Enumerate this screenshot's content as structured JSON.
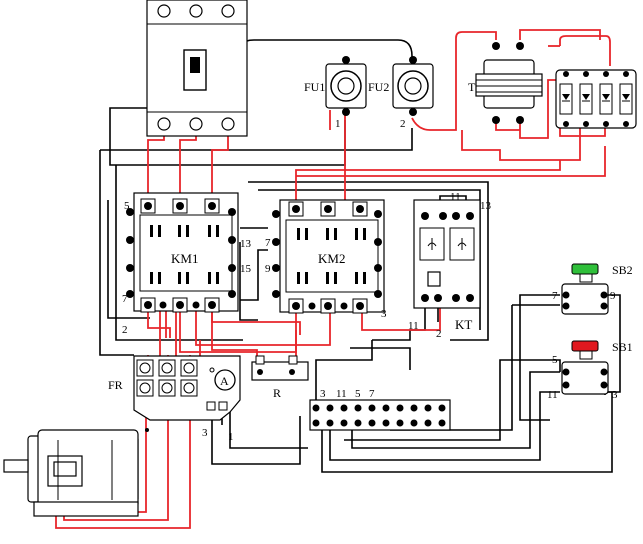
{
  "components": {
    "fuse1": "FU1",
    "fuse2": "FU2",
    "transformer": "T",
    "contactor1": "KM1",
    "contactor2": "KM2",
    "timer": "KT",
    "overload_relay": "FR",
    "ammeter": "A",
    "resistor": "R",
    "button_start": "SB2",
    "button_stop": "SB1"
  },
  "terminal_labels": {
    "fu1_out": "1",
    "fu2_out": "2",
    "km1_t5": "5",
    "km1_t7": "7",
    "km1_t2": "2",
    "km1_t13": "13",
    "km1_t15": "15",
    "km2_t7": "7",
    "km2_t9": "9",
    "km2_t3": "3",
    "kt_t11_top": "11",
    "kt_t13": "13",
    "kt_t11_bot": "11",
    "kt_t2": "2",
    "sb2_t7": "7",
    "sb2_t9": "9",
    "sb1_t5": "5",
    "sb1_t11": "11",
    "sb1_t3": "3",
    "strip_3": "3",
    "strip_11": "11",
    "strip_5": "5",
    "strip_7": "7",
    "fr_t3": "3",
    "fr_t1": "1"
  },
  "colors": {
    "wire_power": "#e8262b",
    "wire_control": "#000000",
    "button_start": "#2fbf3a",
    "button_stop": "#e0181f"
  }
}
